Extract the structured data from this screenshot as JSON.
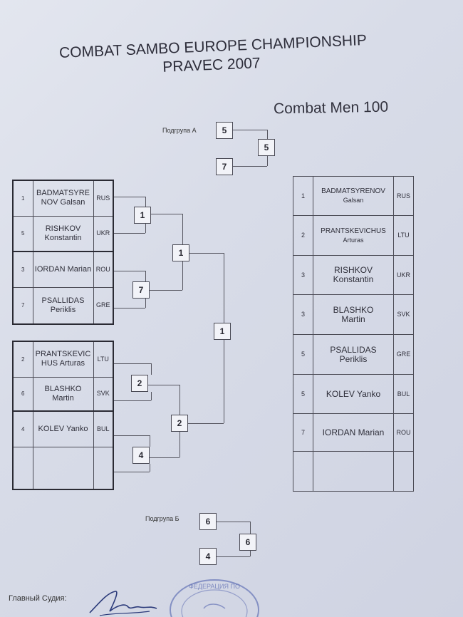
{
  "header": {
    "title_line1": "COMBAT SAMBO EUROPE CHAMPIONSHIP",
    "title_line2": "PRAVEC 2007",
    "weight_class": "Combat Men 100"
  },
  "subgroup_a": {
    "label": "Подгрупа А",
    "box_top": "5",
    "box_bottom": "7",
    "winner": "5"
  },
  "subgroup_b": {
    "label": "Подгрупа Б",
    "box_top": "6",
    "box_bottom": "4",
    "winner": "6"
  },
  "draw_top": [
    {
      "seed": "1",
      "name": "BADMATSYRE NOV Galsan",
      "country": "RUS"
    },
    {
      "seed": "5",
      "name": "RISHKOV Konstantin",
      "country": "UKR"
    },
    {
      "seed": "3",
      "name": "IORDAN Marian",
      "country": "ROU"
    },
    {
      "seed": "7",
      "name": "PSALLIDAS Periklis",
      "country": "GRE"
    }
  ],
  "draw_bottom": [
    {
      "seed": "2",
      "name": "PRANTSKEVIC HUS Arturas",
      "country": "LTU"
    },
    {
      "seed": "6",
      "name": "BLASHKO Martin",
      "country": "SVK"
    },
    {
      "seed": "4",
      "name": "KOLEV Yanko",
      "country": "BUL"
    },
    {
      "seed": "",
      "name": "",
      "country": ""
    }
  ],
  "bracket": {
    "r1_a": "1",
    "r1_b": "7",
    "r1_c": "2",
    "r1_d": "4",
    "r2_top": "1",
    "r2_bottom": "2",
    "final": "1"
  },
  "results": [
    {
      "place": "1",
      "name_line1": "BADMATSYRENOV",
      "name_line2": "Galsan",
      "country": "RUS"
    },
    {
      "place": "2",
      "name_line1": "PRANTSKEVICHUS",
      "name_line2": "Arturas",
      "country": "LTU"
    },
    {
      "place": "3",
      "name_line1": "RISHKOV",
      "name_line2": "Konstantin",
      "country": "UKR"
    },
    {
      "place": "3",
      "name_line1": "BLASHKO",
      "name_line2": "Martin",
      "country": "SVK"
    },
    {
      "place": "5",
      "name_line1": "PSALLIDAS",
      "name_line2": "Periklis",
      "country": "GRE"
    },
    {
      "place": "5",
      "name_line1": "KOLEV Yanko",
      "name_line2": "",
      "country": "BUL"
    },
    {
      "place": "7",
      "name_line1": "IORDAN Marian",
      "name_line2": "",
      "country": "ROU"
    },
    {
      "place": "",
      "name_line1": "",
      "name_line2": "",
      "country": ""
    }
  ],
  "footer": {
    "judge_label": "Главный Судия:",
    "stamp_text": "ФЕДЕРАЦИЯ ПО"
  }
}
